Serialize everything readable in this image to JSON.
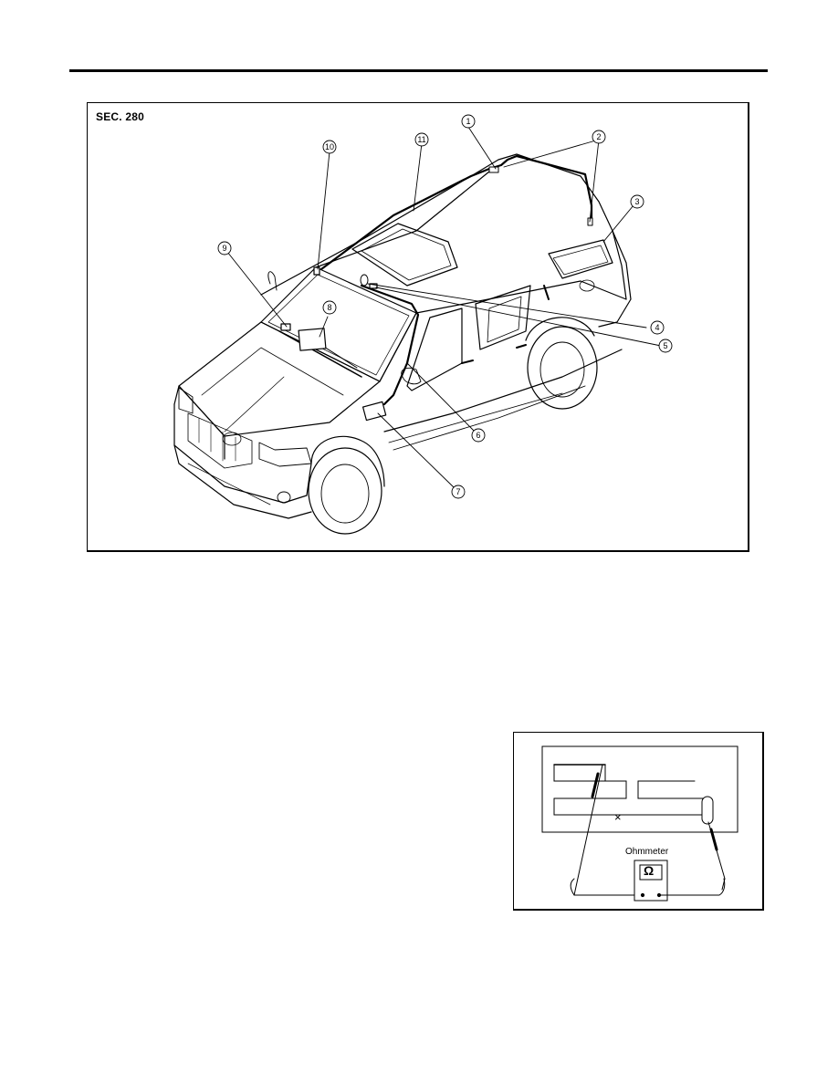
{
  "section_label": "SEC. 280",
  "callouts": [
    "1",
    "2",
    "3",
    "4",
    "5",
    "6",
    "7",
    "8",
    "9",
    "10",
    "11"
  ],
  "ohmmeter": {
    "label": "Ohmmeter",
    "symbol": "Ω",
    "cross": "×"
  },
  "icons": [
    "vehicle-diagram",
    "rear-window-defogger-grid-icon",
    "test-lead-icon"
  ]
}
